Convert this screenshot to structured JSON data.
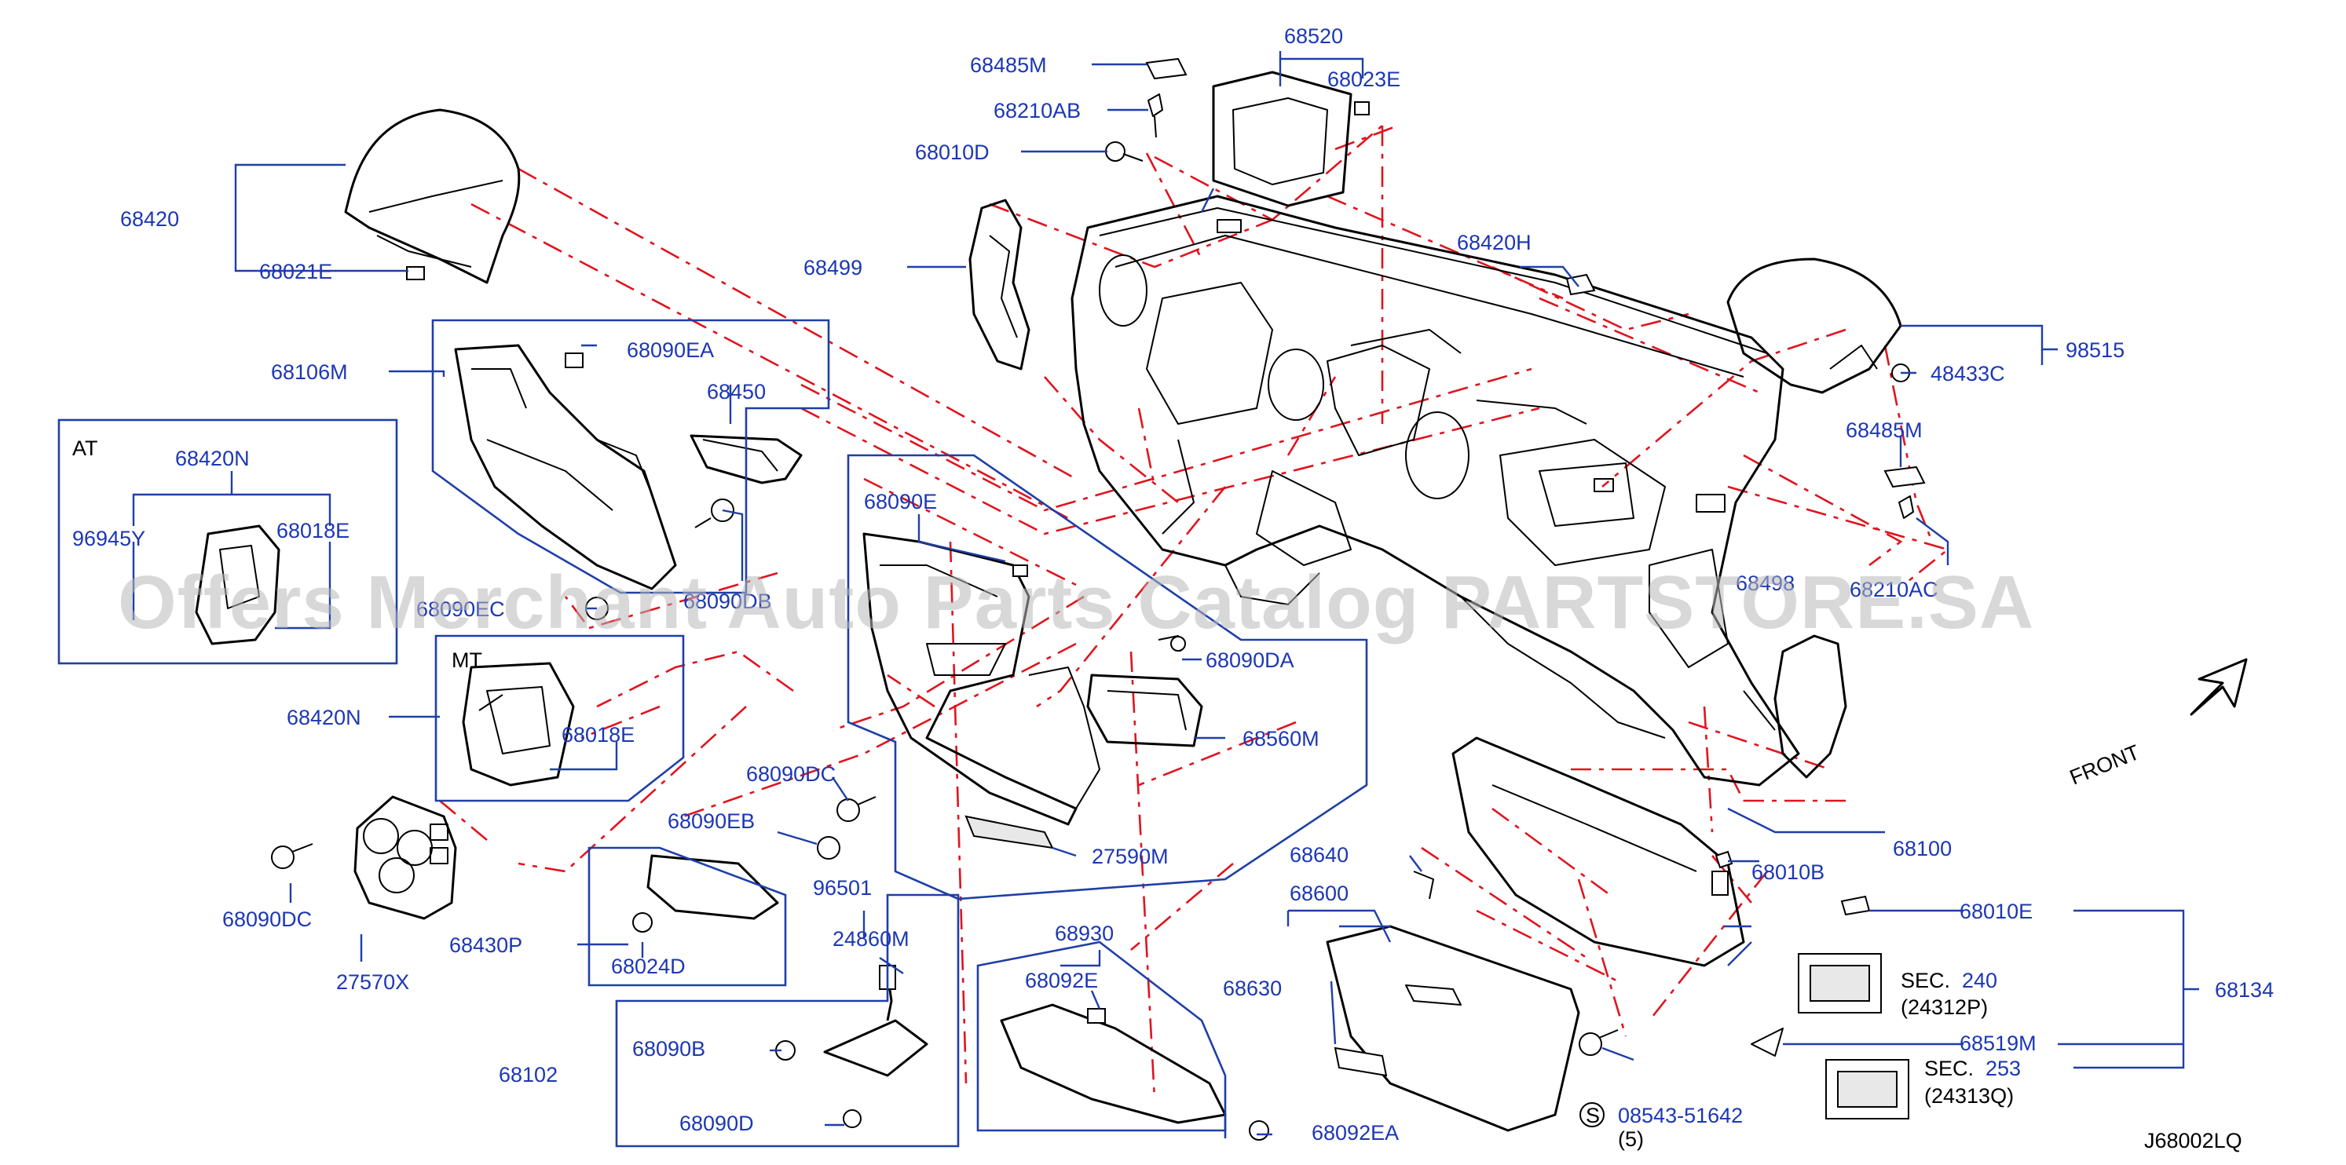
{
  "watermark": "Offers Merchant Auto Parts Catalog PARTSTORE.SA",
  "diagram_code": "J68002LQ",
  "front_label": "FRONT",
  "labels": {
    "l68485M_top": "68485M",
    "l68210AB": "68210AB",
    "l68010D": "68010D",
    "l68520": "68520",
    "l68023E": "68023E",
    "l68420": "68420",
    "l68021E": "68021E",
    "l68499": "68499",
    "l68420H": "68420H",
    "l98515": "98515",
    "l48433C": "48433C",
    "l68485M_r": "68485M",
    "l68210AC": "68210AC",
    "l68498": "68498",
    "l68106M": "68106M",
    "l68090EA": "68090EA",
    "l68450": "68450",
    "l68090EC": "68090EC",
    "l68090DB": "68090DB",
    "l68090E": "68090E",
    "l68090DA": "68090DA",
    "l68560M": "68560M",
    "l68090DC_a": "68090DC",
    "l68090EB": "68090EB",
    "l27590M": "27590M",
    "l68420N_at": "68420N",
    "l96945Y": "96945Y",
    "l68018E_at": "68018E",
    "l68420N": "68420N",
    "l68018E_mt": "68018E",
    "l68090DC_b": "68090DC",
    "l27570X": "27570X",
    "l68430P": "68430P",
    "l68024D": "68024D",
    "l96501": "96501",
    "l24860M": "24860M",
    "l68090B": "68090B",
    "l68102": "68102",
    "l68090D": "68090D",
    "l68930": "68930",
    "l68092E": "68092E",
    "l68092EA": "68092EA",
    "l68640": "68640",
    "l68600": "68600",
    "l68630": "68630",
    "l68100": "68100",
    "l68010B": "68010B",
    "l68010E": "68010E",
    "l68134": "68134",
    "l68519M": "68519M",
    "l08543": "08543-51642",
    "l08543_qty": "(5)",
    "l08543_s": "S",
    "sec240_prefix": "SEC.",
    "sec240_num": "240",
    "sec240_ref": "(24312P)",
    "sec253_prefix": "SEC.",
    "sec253_num": "253",
    "sec253_ref": "(24313Q)"
  },
  "groups": {
    "at": "AT",
    "mt": "MT"
  },
  "colors": {
    "label": "#1c37b5",
    "leader": "#1f3fa8",
    "phantom": "#e0141e",
    "watermark": "#b9b9b9"
  }
}
